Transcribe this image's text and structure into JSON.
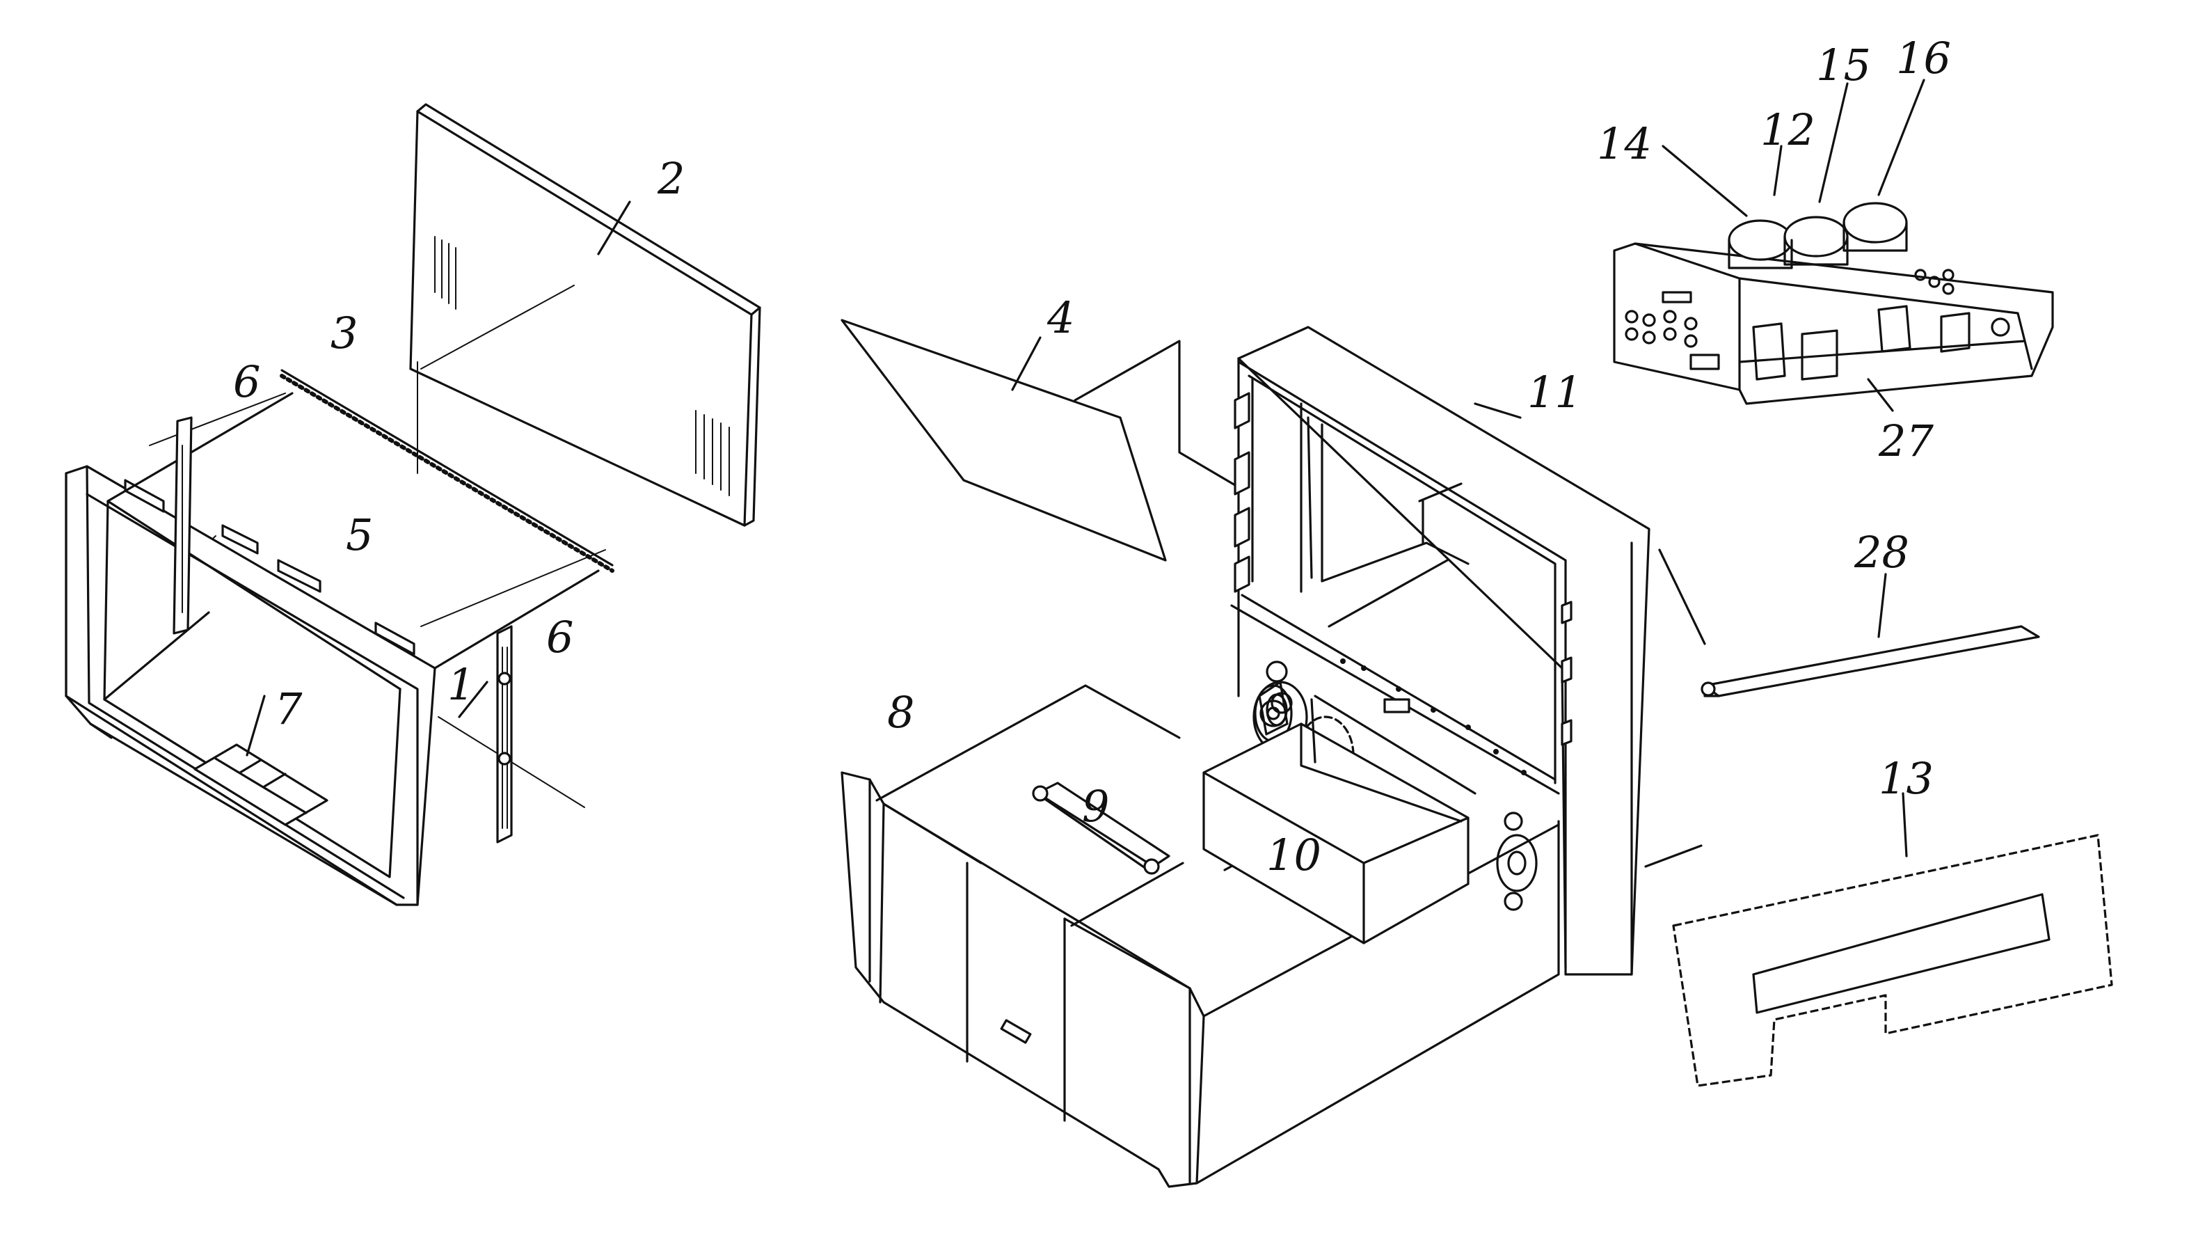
{
  "callouts": [
    {
      "id": "1",
      "label": "1"
    },
    {
      "id": "2",
      "label": "2"
    },
    {
      "id": "3",
      "label": "3"
    },
    {
      "id": "4",
      "label": "4"
    },
    {
      "id": "5",
      "label": "5"
    },
    {
      "id": "6a",
      "label": "6"
    },
    {
      "id": "6b",
      "label": "6"
    },
    {
      "id": "7",
      "label": "7"
    },
    {
      "id": "8",
      "label": "8"
    },
    {
      "id": "9",
      "label": "9"
    },
    {
      "id": "10",
      "label": "10"
    },
    {
      "id": "11",
      "label": "11"
    },
    {
      "id": "12",
      "label": "12"
    },
    {
      "id": "13",
      "label": "13"
    },
    {
      "id": "14",
      "label": "14"
    },
    {
      "id": "15",
      "label": "15"
    },
    {
      "id": "16",
      "label": "16"
    },
    {
      "id": "27",
      "label": "27"
    },
    {
      "id": "28",
      "label": "28"
    }
  ]
}
